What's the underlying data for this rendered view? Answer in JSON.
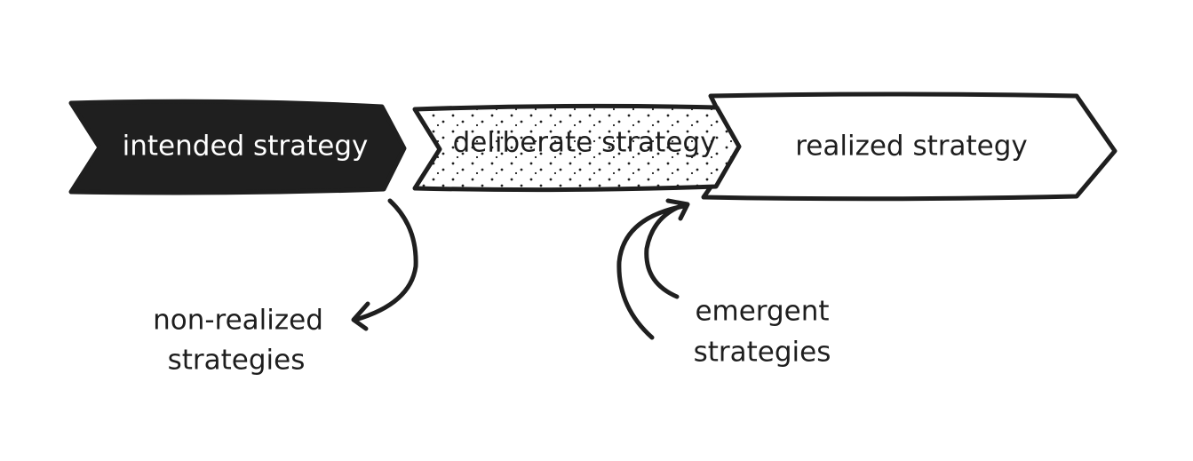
{
  "stages": {
    "intended": "intended strategy",
    "deliberate": "deliberate strategy",
    "realized": "realized strategy"
  },
  "notes": {
    "non_realized": {
      "line1": "non-realized",
      "line2": "strategies"
    },
    "emergent": {
      "line1": "emergent",
      "line2": "strategies"
    }
  },
  "colors": {
    "ink": "#1f1f1f",
    "paper": "#ffffff"
  }
}
